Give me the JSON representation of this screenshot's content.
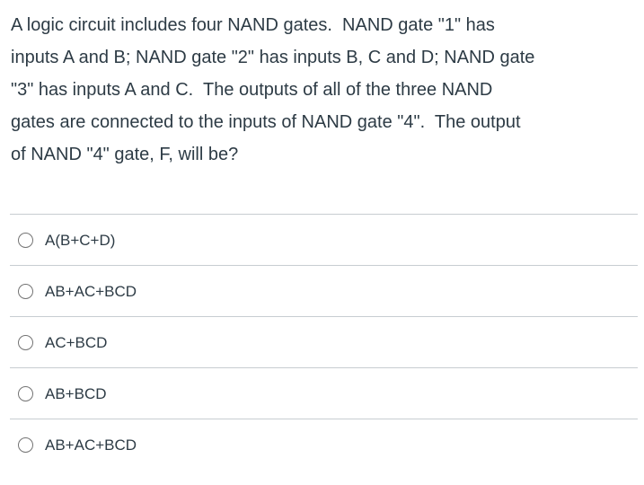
{
  "question": {
    "lines": [
      "A logic circuit includes four NAND gates.  NAND gate \"1\" has",
      "inputs A and B; NAND gate \"2\" has inputs B, C and D; NAND gate",
      "\"3\" has inputs A and C.  The outputs of all of the three NAND",
      "gates are connected to the inputs of NAND gate \"4\".  The output",
      "of NAND \"4\" gate, F, will be?"
    ]
  },
  "options": [
    {
      "label": "A(B+C+D)"
    },
    {
      "label": "AB+AC+BCD"
    },
    {
      "label": "AC+BCD"
    },
    {
      "label": "AB+BCD"
    },
    {
      "label": "AB+AC+BCD"
    }
  ],
  "colors": {
    "text": "#2d3b45",
    "divider": "#c7cdd1",
    "radio_border": "#737373",
    "background": "#ffffff"
  }
}
